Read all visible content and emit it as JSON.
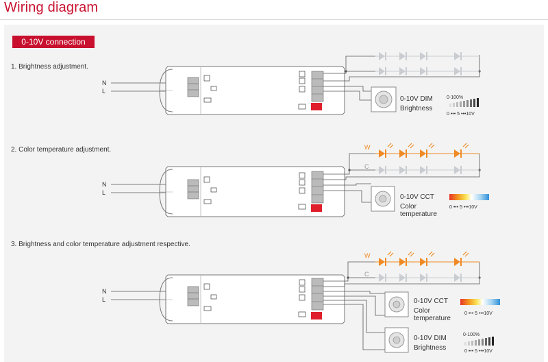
{
  "title": "Wiring diagram",
  "badge": "0-10V connection",
  "steps": [
    "1. Brightness adjustment.",
    "2. Color temperature adjustment.",
    "3. Brightness and color temperature adjustment respective."
  ],
  "input_labels": {
    "n": "N",
    "l": "L"
  },
  "channel_labels": {
    "warm": "W",
    "cool": "C"
  },
  "controllers": {
    "dim": {
      "label": "0-10V DIM",
      "function": "Brightness",
      "range": "0-100%",
      "scale": "0 ••• 5 •••10V"
    },
    "cct": {
      "label": "0-10V CCT",
      "function_line1": "Color",
      "function_line2": "temperature",
      "scale": "0 ••• 5 •••10V"
    }
  },
  "colors": {
    "accent": "#c8102e",
    "led_warm": "#f08a24",
    "led_off": "#c9cdd2",
    "wire": "#555555"
  }
}
